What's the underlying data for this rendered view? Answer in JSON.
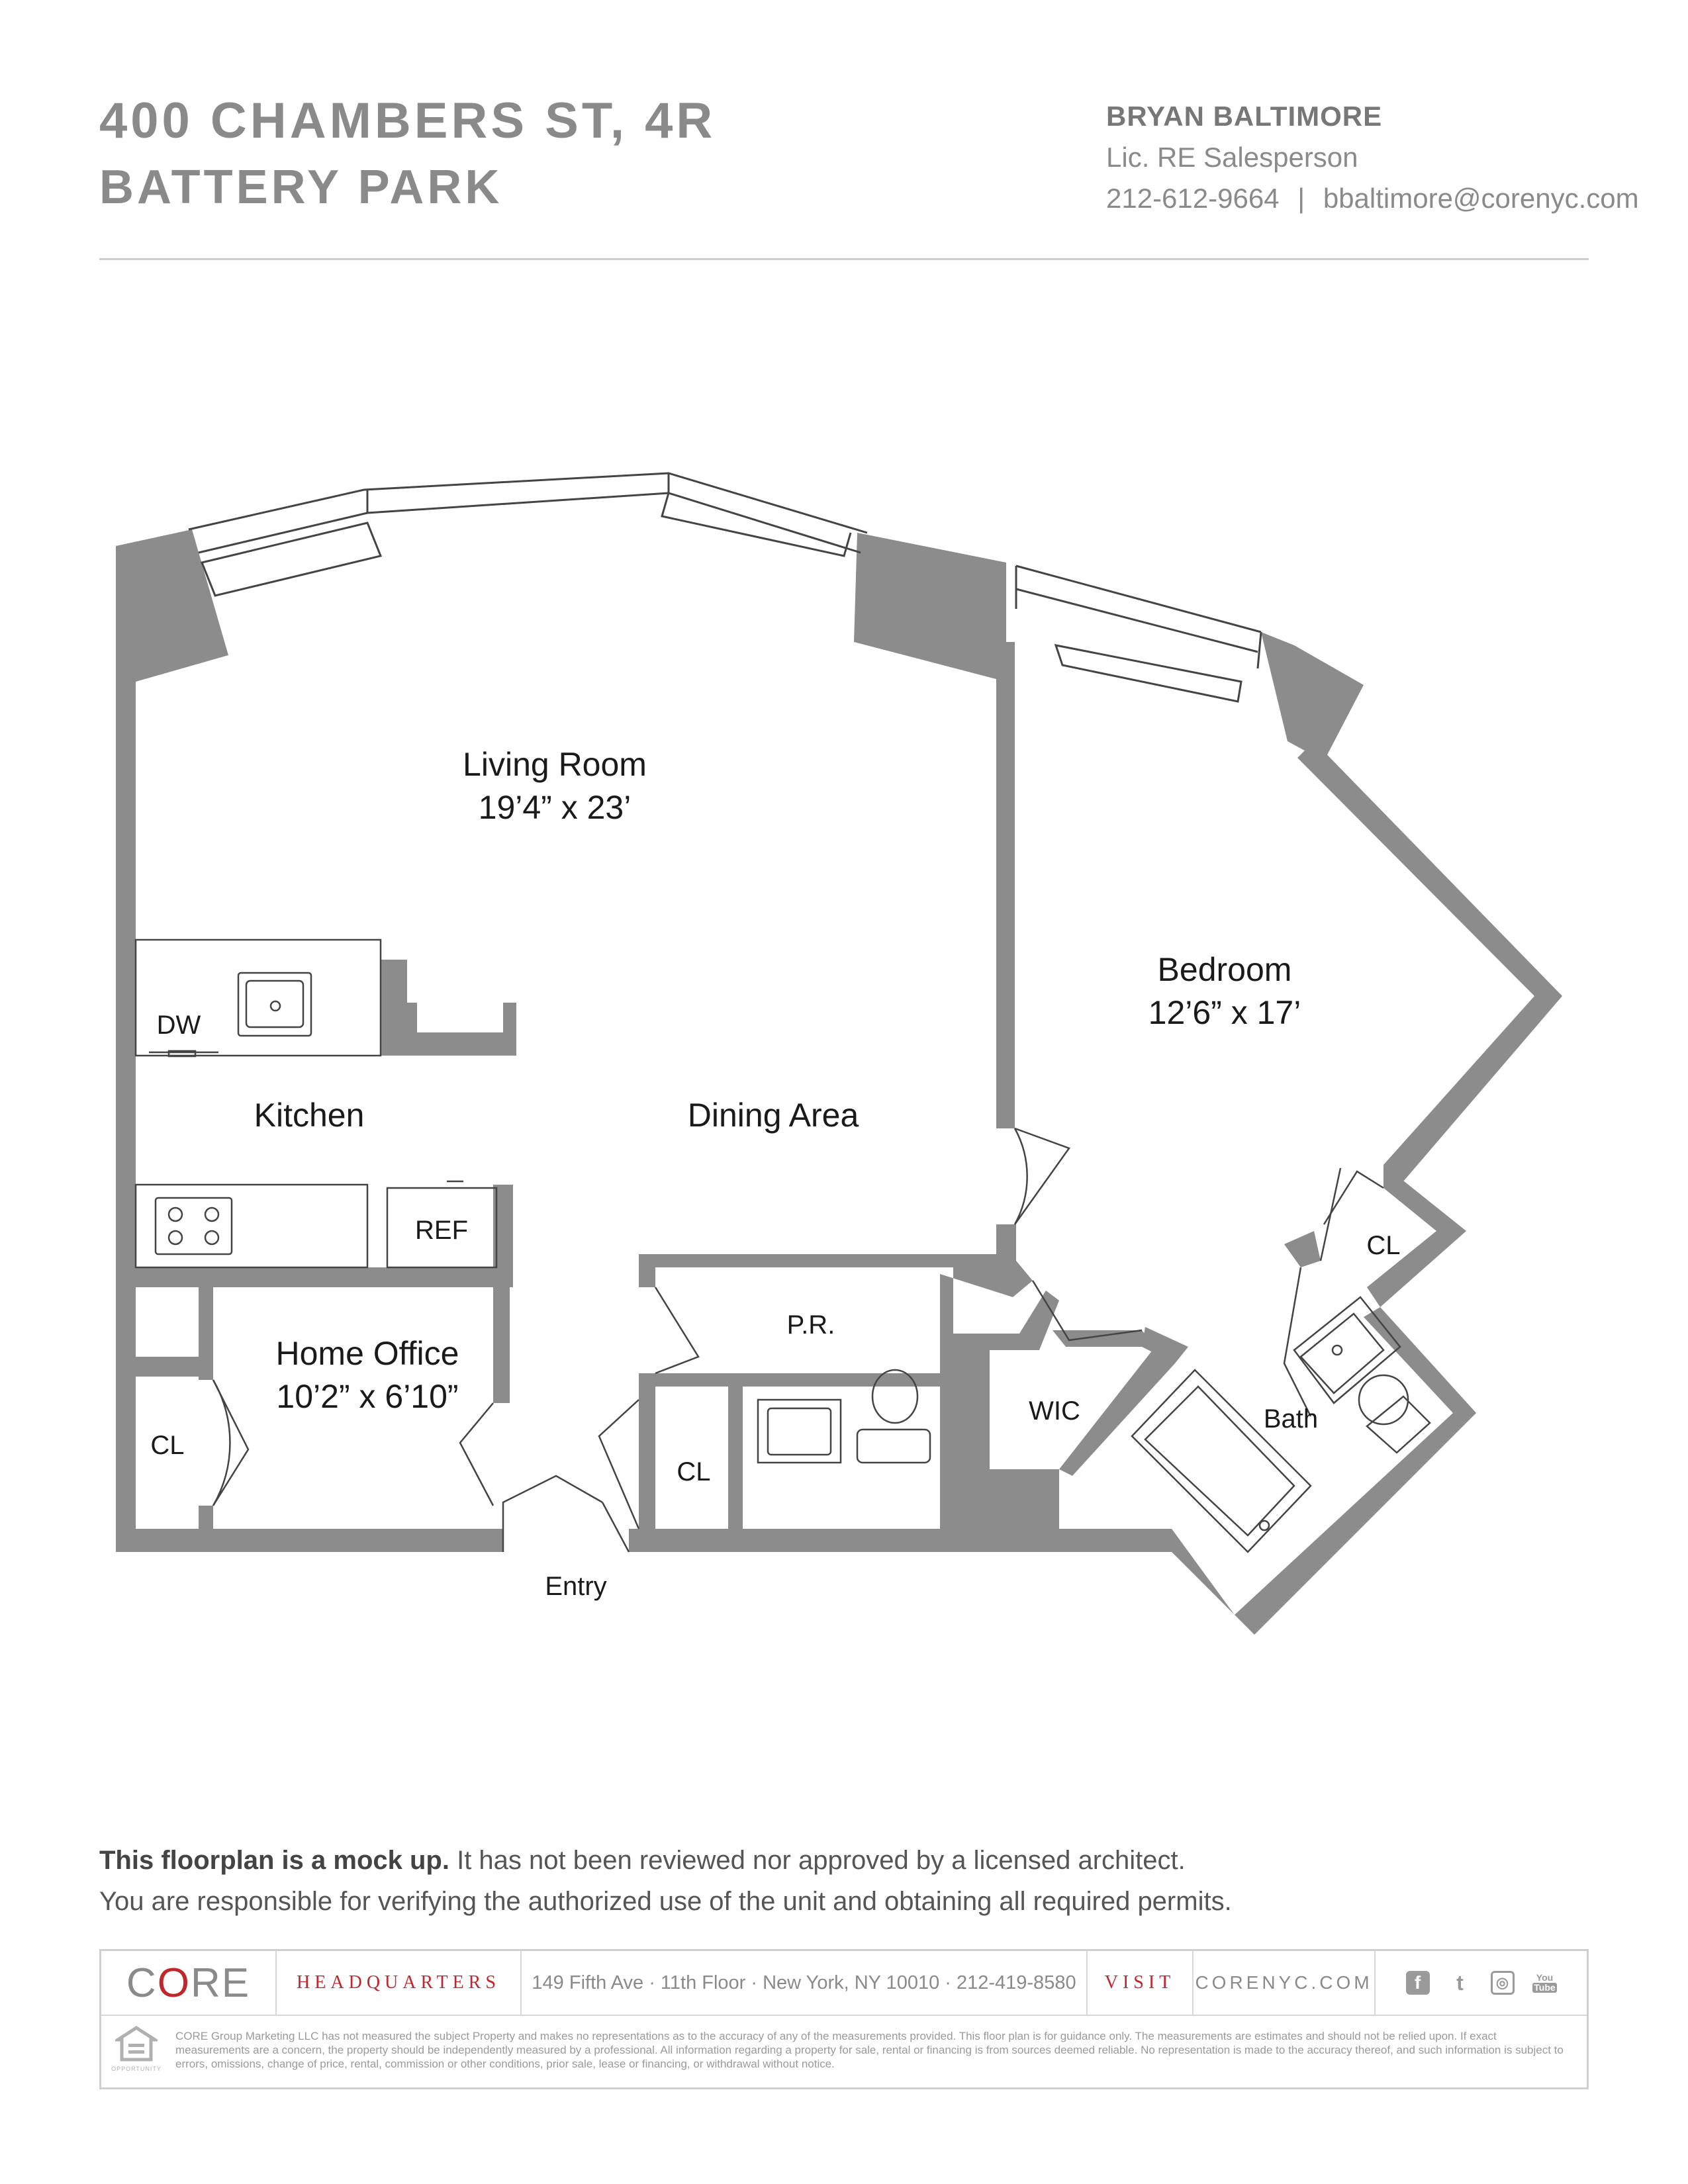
{
  "header": {
    "address": "400 CHAMBERS ST, 4R",
    "neighborhood": "BATTERY PARK",
    "agent_name": "BRYAN BALTIMORE",
    "agent_title": "Lic. RE Salesperson",
    "agent_phone": "212-612-9664",
    "separator": "|",
    "agent_email": "bbaltimore@corenyc.com"
  },
  "floorplan": {
    "rooms": {
      "living_room": {
        "name": "Living Room",
        "size": "19’4” x 23’"
      },
      "bedroom": {
        "name": "Bedroom",
        "size": "12’6” x 17’"
      },
      "home_office": {
        "name": "Home Office",
        "size": "10’2” x 6’10”"
      },
      "kitchen": "Kitchen",
      "dining_area": "Dining Area",
      "dw": "DW",
      "ref": "REF",
      "pr": "P.R.",
      "wic": "WIC",
      "bath": "Bath",
      "cl_office": "CL",
      "cl_entry": "CL",
      "cl_bedroom": "CL",
      "entry": "Entry"
    },
    "wall_color": "#8c8c8c"
  },
  "disclaimer": {
    "bold": "This floorplan is a mock up.",
    "line1_rest": " It has not been reviewed nor approved by a licensed architect.",
    "line2": "You are responsible for verifying the authorized use of the unit and obtaining all required permits."
  },
  "footer": {
    "logo": {
      "c": "C",
      "o": "O",
      "re": "RE"
    },
    "headquarters_label": "HEADQUARTERS",
    "hq_address": "149 Fifth Ave · 11th Floor · New York, NY 10010 · 212-419-8580",
    "visit_label": "VISIT",
    "website": "CORENYC.COM",
    "social": {
      "facebook": "f",
      "twitter": "t",
      "instagram": "◎",
      "youtube_top": "You",
      "youtube_bottom": "Tube"
    },
    "equal_housing_caption": "OPPORTUNITY",
    "fine_print": "CORE Group Marketing LLC has not measured the subject Property and makes no representations as to the accuracy of any of the measurements provided. This floor plan is for guidance only. The measurements are estimates and should not be relied upon. If exact measurements are a concern, the property should be independently measured by a professional. All information regarding a property for sale, rental or financing is from sources deemed reliable. No representation is made to the accuracy thereof, and such information is subject to errors, omissions, change of price, rental, commission or other conditions, prior sale, lease or financing, or withdrawal without notice.",
    "brand_red": "#c0272d"
  }
}
